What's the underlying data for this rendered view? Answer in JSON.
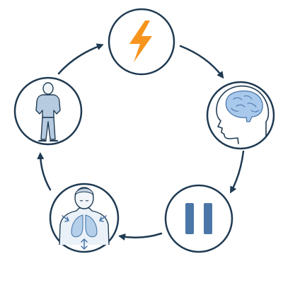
{
  "diagram": {
    "type": "cycle",
    "nodes": [
      {
        "id": "energy",
        "icon": "lightning-bolt-icon"
      },
      {
        "id": "mind",
        "icon": "head-brain-icon"
      },
      {
        "id": "pause",
        "icon": "pause-icon"
      },
      {
        "id": "breath",
        "icon": "breathing-lungs-icon"
      },
      {
        "id": "posture",
        "icon": "standing-figure-icon"
      }
    ],
    "edges": [
      {
        "from": "energy",
        "to": "mind"
      },
      {
        "from": "mind",
        "to": "pause"
      },
      {
        "from": "pause",
        "to": "breath"
      },
      {
        "from": "breath",
        "to": "posture"
      },
      {
        "from": "posture",
        "to": "energy"
      }
    ]
  },
  "colors": {
    "outline": "#1f3a52",
    "accent_orange": "#f7941d",
    "brain_blue": "#a9c9ec",
    "pause_blue": "#4a77a8",
    "lung_blue": "#b3cfea",
    "figure_blue": "#b7cbe0",
    "arrow": "#1f3a52"
  }
}
